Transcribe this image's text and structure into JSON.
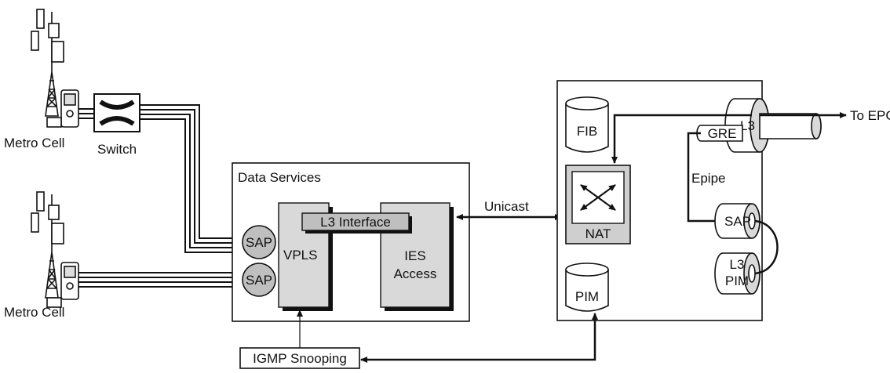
{
  "labels": {
    "metro_cell_top": "Metro Cell",
    "metro_cell_bottom": "Metro Cell",
    "switch": "Switch",
    "data_services": "Data Services",
    "l3_interface": "L3 Interface",
    "vpls": "VPLS",
    "ies_line1": "IES",
    "ies_line2": "Access",
    "sap_top": "SAP",
    "sap_bottom": "SAP",
    "unicast": "Unicast",
    "fib": "FIB",
    "nat": "NAT",
    "pim": "PIM",
    "gre": "GRE",
    "l3_tunnel": "L3",
    "to_epc": "To EPC",
    "epipe": "Epipe",
    "sap_right": "SAP",
    "l3pim_line1": "L3",
    "l3pim_line2": "PIM",
    "igmp_snooping": "IGMP Snooping"
  },
  "colors": {
    "panel_fill": "#d9d9d9",
    "circle_fill": "#bfbfbf",
    "line": "#111111"
  }
}
